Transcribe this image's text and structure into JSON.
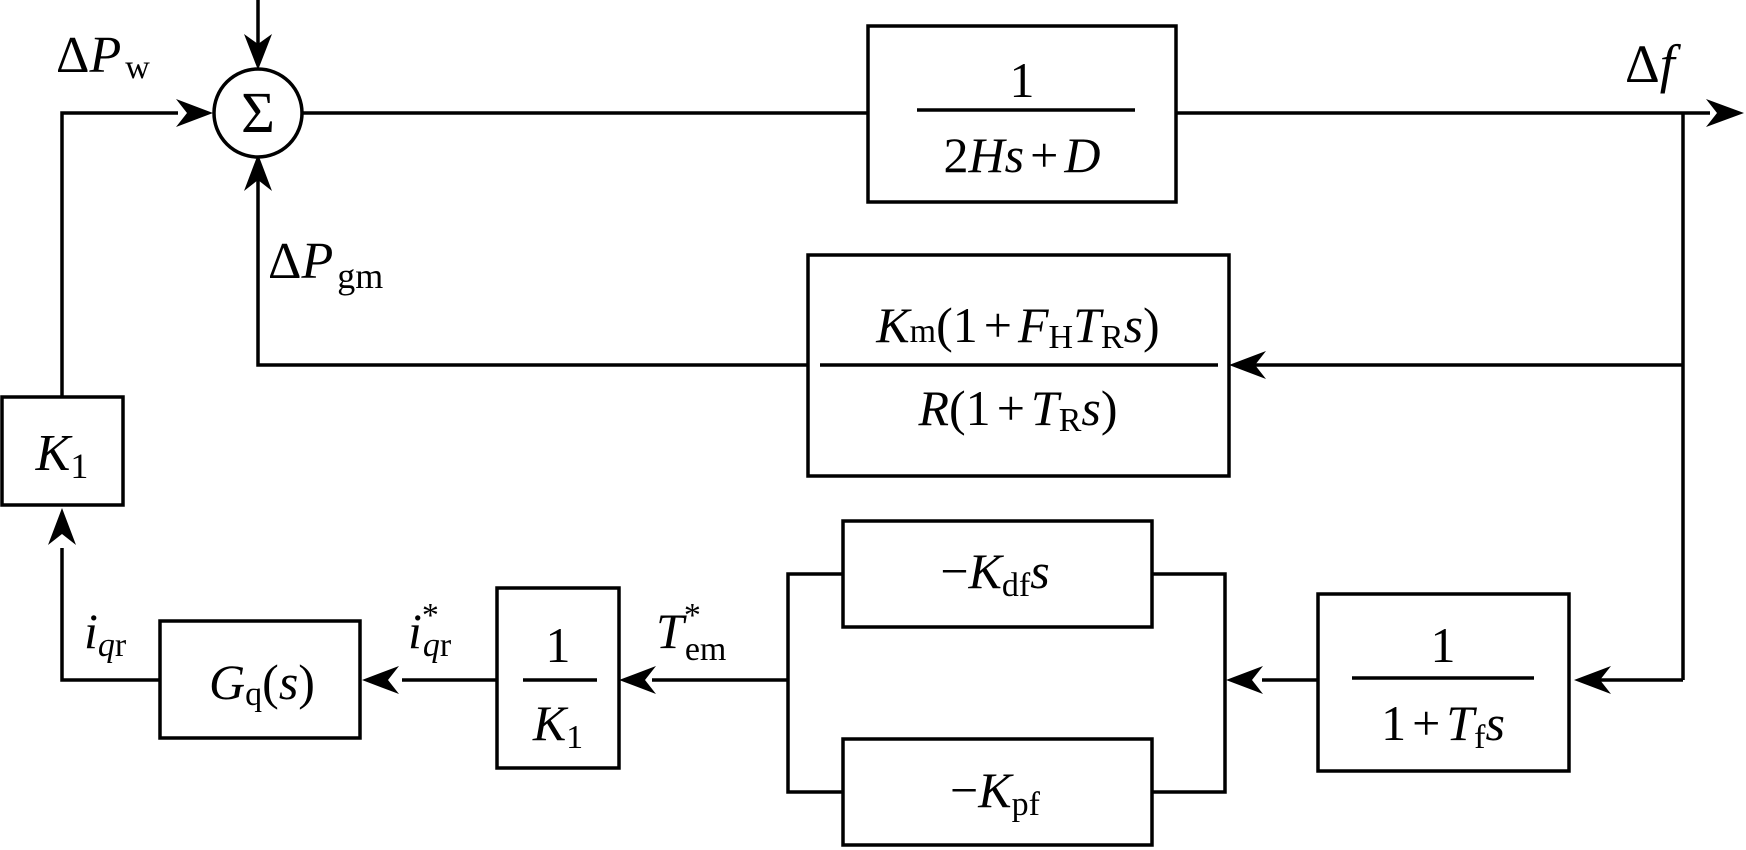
{
  "summing_junction": {
    "symbol": "Σ"
  },
  "signals": {
    "dPw": {
      "delta": "Δ",
      "var": "P",
      "sub": "w"
    },
    "dPgm": {
      "delta": "Δ",
      "var": "P",
      "sub": "gm"
    },
    "df": {
      "delta": "Δ",
      "var": "f"
    },
    "iqr": {
      "var": "i",
      "sub_it": "q",
      "sub": "r"
    },
    "iqr_star": {
      "var": "i",
      "sup": "*",
      "sub_it": "q",
      "sub": "r"
    },
    "tem_star": {
      "var": "T",
      "sup": "*",
      "sub": "em"
    }
  },
  "blocks": {
    "inertia": {
      "num": "1",
      "den_a": "2",
      "den_b": "H",
      "den_c": "s",
      "den_op": "+",
      "den_d": "D"
    },
    "governor": {
      "num_k": "K",
      "num_k_sub": "m",
      "num_open": "(1",
      "num_op": "+",
      "num_f": "F",
      "num_f_sub": "H",
      "num_t": "T",
      "num_t_sub": "R",
      "num_s": "s",
      "num_close": ")",
      "den_r": "R",
      "den_open": "(1",
      "den_op": "+",
      "den_t": "T",
      "den_t_sub": "R",
      "den_s": "s",
      "den_close": ")"
    },
    "k1": {
      "var": "K",
      "sub": "1"
    },
    "gq": {
      "var": "G",
      "sub": "q",
      "open": "(",
      "s": "s",
      "close": ")"
    },
    "inv_k1": {
      "num": "1",
      "var": "K",
      "sub": "1"
    },
    "kdf": {
      "minus": "−",
      "var": "K",
      "sub": "df",
      "s": "s"
    },
    "kpf": {
      "minus": "−",
      "var": "K",
      "sub": "pf"
    },
    "filter": {
      "num": "1",
      "den_one": "1",
      "den_op": "+",
      "den_t": "T",
      "den_t_sub": "f",
      "den_s": "s"
    }
  }
}
